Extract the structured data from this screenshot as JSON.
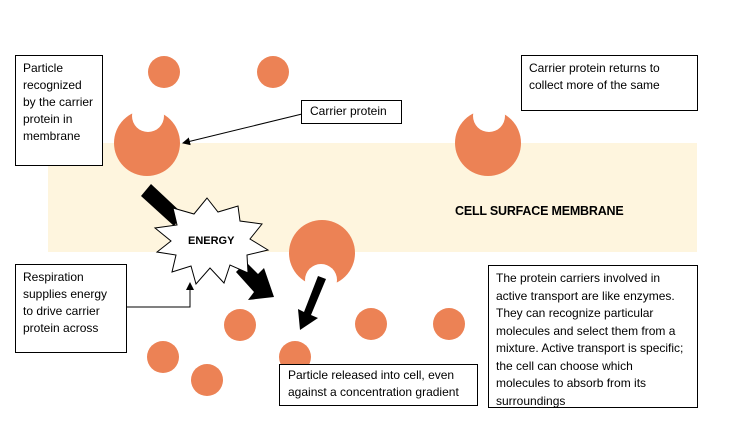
{
  "colors": {
    "particle": "#ec8255",
    "membrane": "#fef5de",
    "arrow": "#000000",
    "background": "#ffffff"
  },
  "membrane": {
    "label": "CELL SURFACE MEMBRANE"
  },
  "energy": {
    "label": "ENERGY"
  },
  "labels": {
    "particle_recognized": "Particle recognized by the carrier protein in membrane",
    "carrier_protein": "Carrier protein",
    "carrier_returns": "Carrier protein returns to collect more of the same",
    "respiration": "Respiration supplies energy to drive carrier protein across",
    "particle_released": "Particle released into cell, even against a concentration gradient",
    "explanation": "The protein carriers involved in active transport are like enzymes. They can recognize particular molecules and select them from a mixture. Active transport is specific; the cell can choose which molecules to absorb from its surroundings"
  },
  "icons": {
    "particle": "circle",
    "carrier_protein": "notched-circle",
    "energy": "starburst",
    "arrows": "block-arrow"
  }
}
